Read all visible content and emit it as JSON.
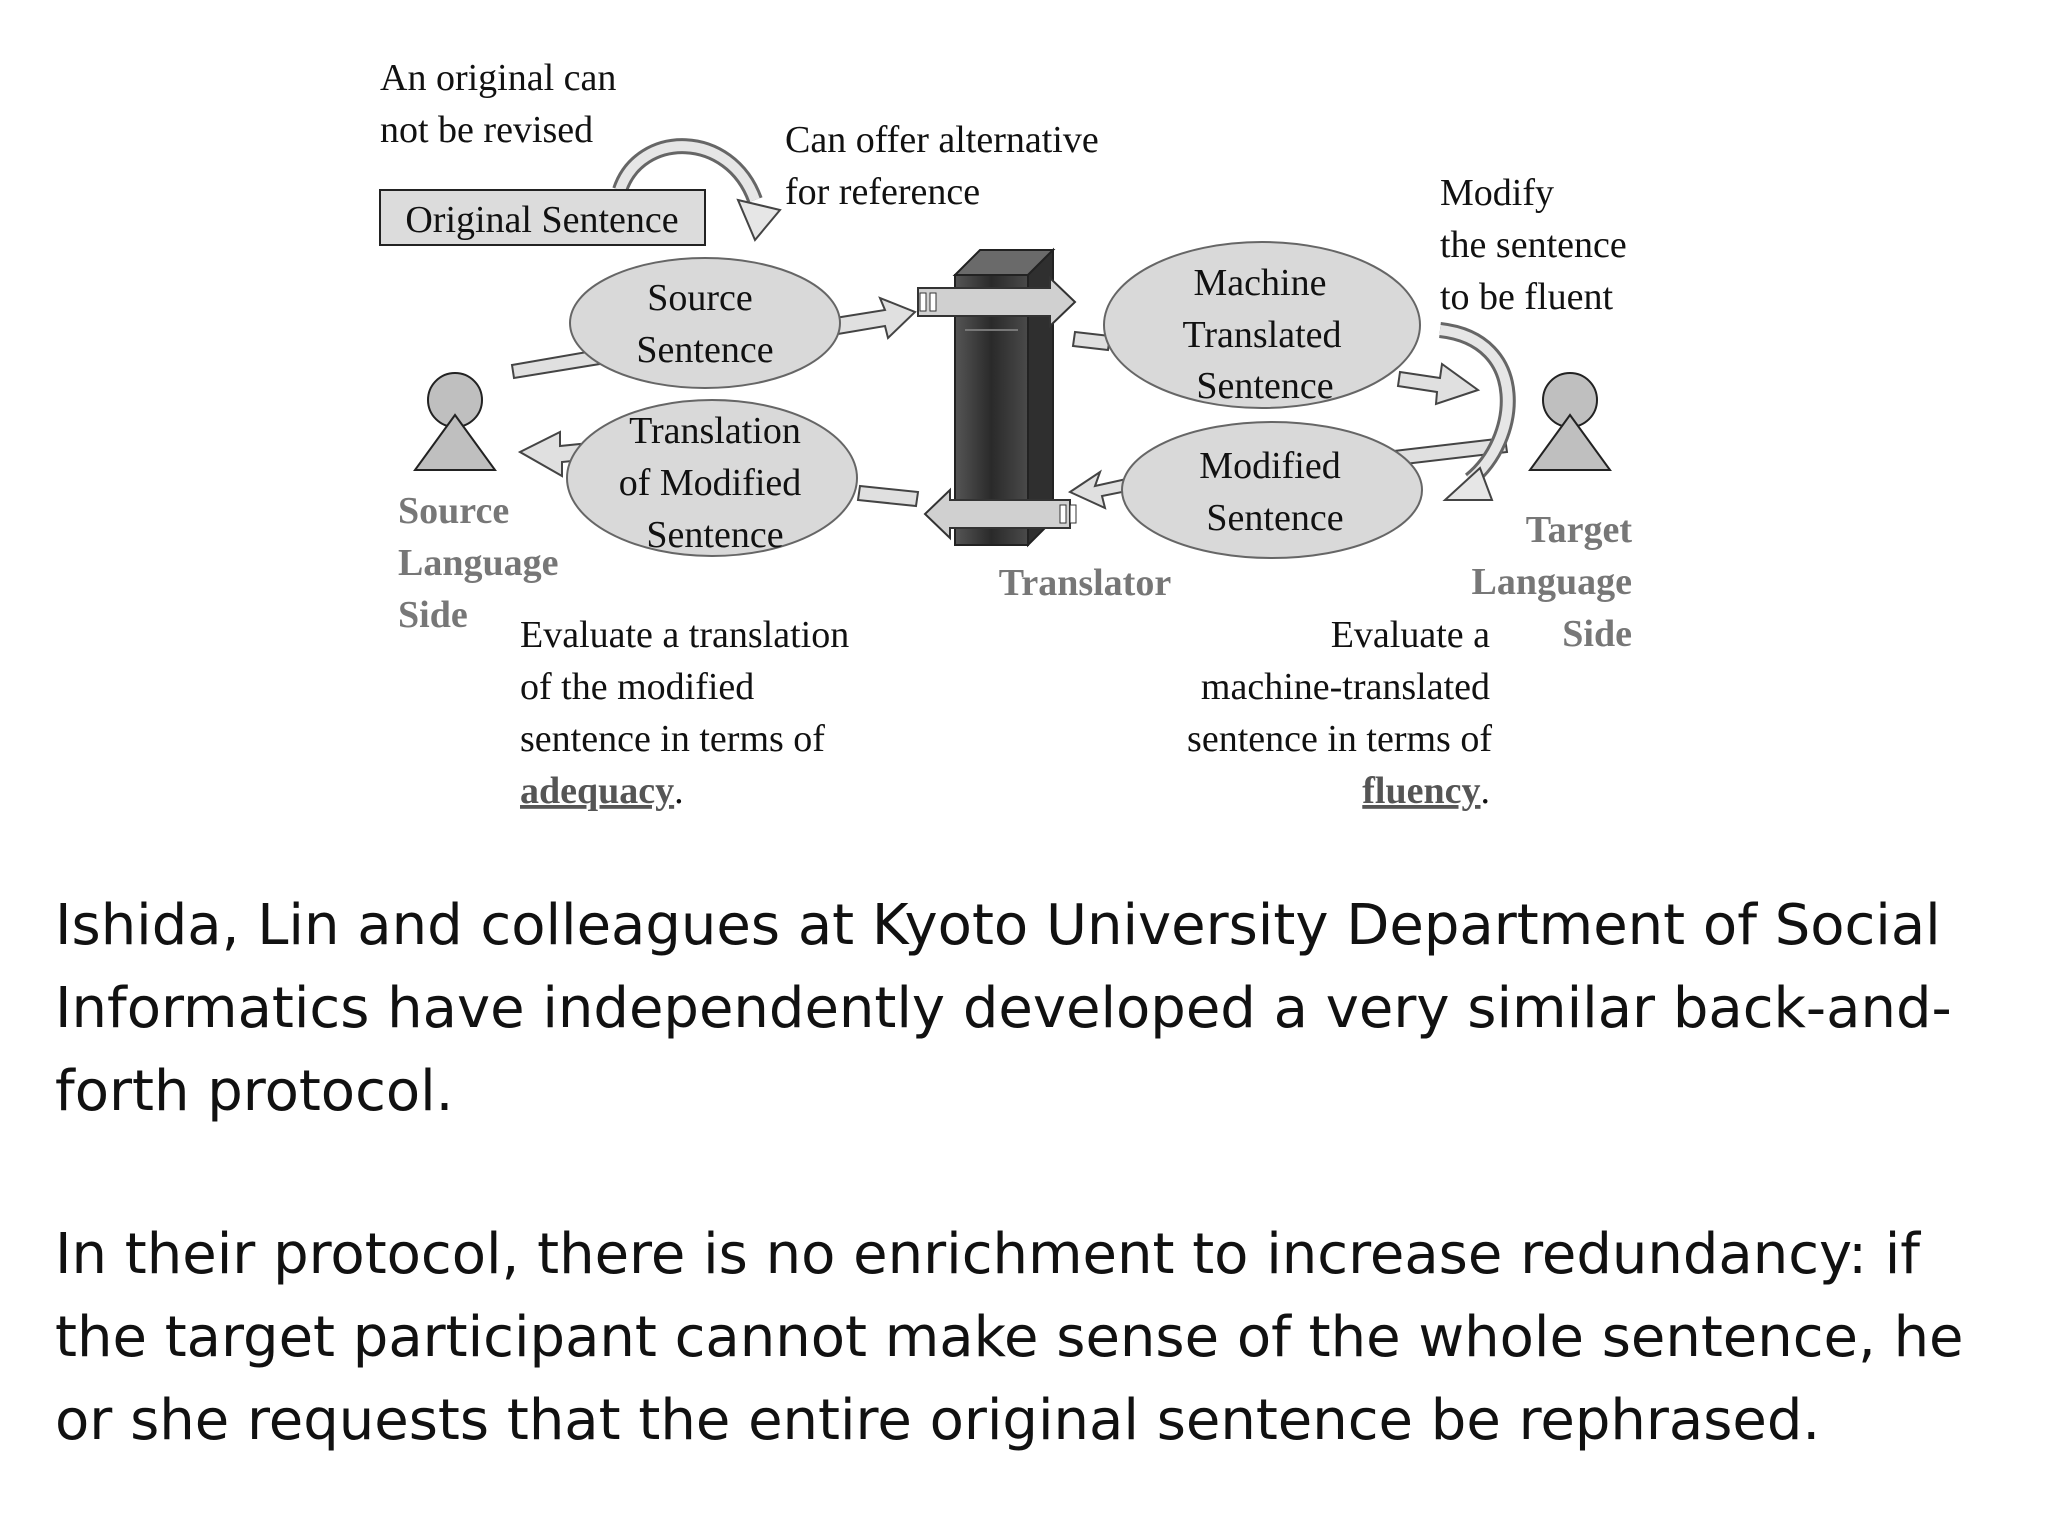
{
  "diagram": {
    "note_original_cannot_revise": [
      "An original can",
      "not be revised"
    ],
    "note_offer_alternative": [
      "Can offer alternative",
      "for reference"
    ],
    "note_modify_fluent": [
      "Modify",
      "the sentence",
      "to be fluent"
    ],
    "original_sentence_box": "Original Sentence",
    "source_sentence": [
      "Source",
      "Sentence"
    ],
    "translation_of_modified": [
      "Translation",
      "of Modified",
      "Sentence"
    ],
    "machine_translated": [
      "Machine",
      "Translated",
      "Sentence"
    ],
    "modified_sentence": [
      "Modified",
      "Sentence"
    ],
    "source_side_label": [
      "Source",
      "Language",
      "Side"
    ],
    "target_side_label": [
      "Target",
      "Language",
      "Side"
    ],
    "translator_label": "Translator",
    "evaluate_adequacy": {
      "lines": [
        "Evaluate a translation",
        "of the modified",
        "sentence in terms of"
      ],
      "keyword": "adequacy",
      "suffix": "."
    },
    "evaluate_fluency": {
      "lines": [
        "Evaluate a",
        "machine-translated",
        "sentence in terms of"
      ],
      "keyword": "fluency",
      "suffix": "."
    },
    "colors": {
      "ellipse_fill": "#d9d9d9",
      "person_fill": "#bfbfbf",
      "translator_dark": "#3a3a3a",
      "gray_label": "#777777"
    }
  },
  "paragraphs": [
    "Ishida, Lin and colleagues at  Kyoto University Department of Social Informatics have independently developed a very similar back-and-forth protocol.",
    "In their protocol, there is no enrichment to increase redundancy: if the target participant cannot make sense of the whole sentence, he or she requests that the entire original sentence be rephrased."
  ]
}
